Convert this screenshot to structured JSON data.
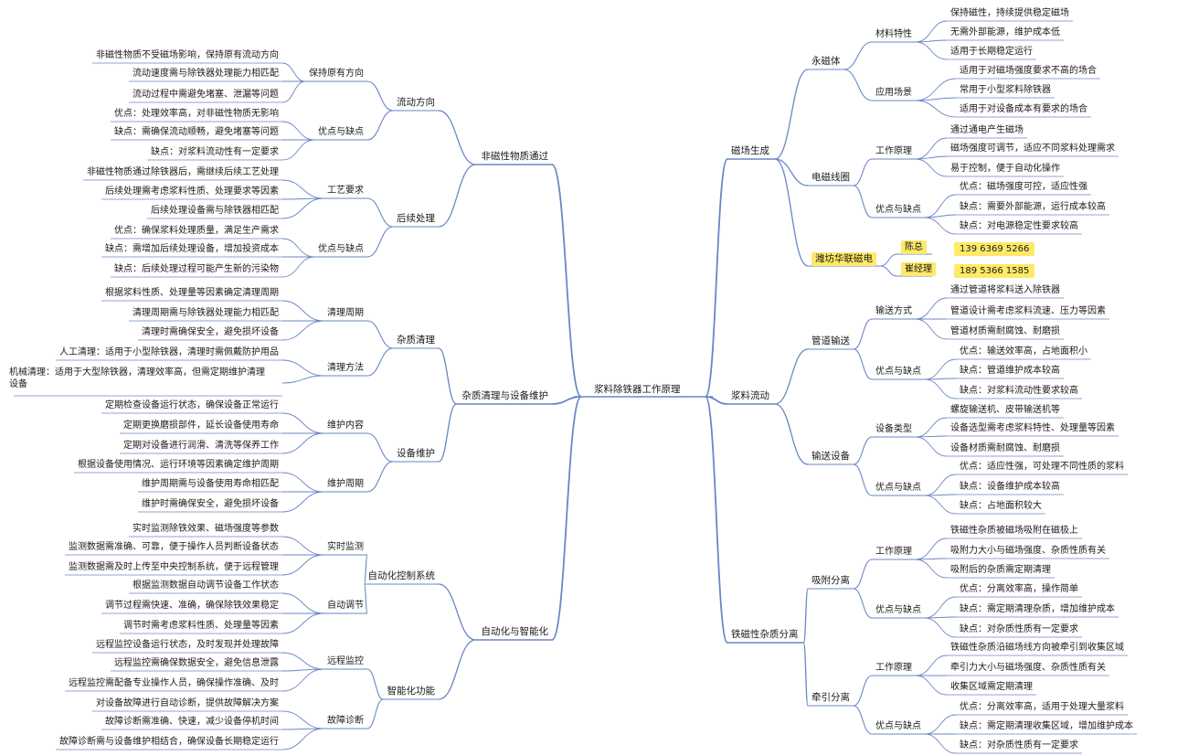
{
  "root": "浆料除铁器工作原理",
  "colors": {
    "line": "#6a86c7",
    "highlight": "#ffe968"
  },
  "right": [
    {
      "label": "磁场生成",
      "children": [
        {
          "label": "永磁体",
          "children": [
            {
              "label": "材料特性",
              "children": [
                "保持磁性，持续提供稳定磁场",
                "无需外部能源，维护成本低",
                "适用于长期稳定运行"
              ]
            },
            {
              "label": "应用场景",
              "children": [
                "适用于对磁场强度要求不高的场合",
                "常用于小型浆料除铁器",
                "适用于对设备成本有要求的场合"
              ]
            }
          ]
        },
        {
          "label": "电磁线圈",
          "children": [
            {
              "label": "工作原理",
              "children": [
                "通过通电产生磁场",
                "磁场强度可调节，适应不同浆料处理需求",
                "易于控制，便于自动化操作"
              ]
            },
            {
              "label": "优点与缺点",
              "children": [
                "优点：磁场强度可控，适应性强",
                "缺点：需要外部能源，运行成本较高",
                "缺点：对电源稳定性要求较高"
              ]
            }
          ]
        },
        {
          "label": "潍坊华联磁电",
          "highlight": true,
          "children": [
            {
              "label": "陈总",
              "value": "139 6369 5266"
            },
            {
              "label": "崔经理",
              "value": "189 5366 1585"
            }
          ]
        }
      ]
    },
    {
      "label": "浆料流动",
      "children": [
        {
          "label": "管道输送",
          "children": [
            {
              "label": "输送方式",
              "children": [
                "通过管道将浆料送入除铁器",
                "管道设计需考虑浆料流速、压力等因素",
                "管道材质需耐腐蚀、耐磨损"
              ]
            },
            {
              "label": "优点与缺点",
              "children": [
                "优点：输送效率高，占地面积小",
                "缺点：管道维护成本较高",
                "缺点：对浆料流动性要求较高"
              ]
            }
          ]
        },
        {
          "label": "输送设备",
          "children": [
            {
              "label": "设备类型",
              "children": [
                "螺旋输送机、皮带输送机等",
                "设备选型需考虑浆料特性、处理量等因素",
                "设备材质需耐腐蚀、耐磨损"
              ]
            },
            {
              "label": "优点与缺点",
              "children": [
                "优点：适应性强，可处理不同性质的浆料",
                "缺点：设备维护成本较高",
                "缺点：占地面积较大"
              ]
            }
          ]
        }
      ]
    },
    {
      "label": "铁磁性杂质分离",
      "children": [
        {
          "label": "吸附分离",
          "children": [
            {
              "label": "工作原理",
              "children": [
                "铁磁性杂质被磁场吸附在磁极上",
                "吸附力大小与磁场强度、杂质性质有关",
                "吸附后的杂质需定期清理"
              ]
            },
            {
              "label": "优点与缺点",
              "children": [
                "优点：分离效率高，操作简单",
                "缺点：需定期清理杂质，增加维护成本",
                "缺点：对杂质性质有一定要求"
              ]
            }
          ]
        },
        {
          "label": "牵引分离",
          "children": [
            {
              "label": "工作原理",
              "children": [
                "铁磁性杂质沿磁场线方向被牵引到收集区域",
                "牵引力大小与磁场强度、杂质性质有关",
                "收集区域需定期清理"
              ]
            },
            {
              "label": "优点与缺点",
              "children": [
                "优点：分离效率高，适用于处理大量浆料",
                "缺点：需定期清理收集区域，增加维护成本",
                "缺点：对杂质性质有一定要求"
              ]
            }
          ]
        }
      ]
    }
  ],
  "left": [
    {
      "label": "非磁性物质通过",
      "children": [
        {
          "label": "流动方向",
          "children": [
            {
              "label": "保持原有方向",
              "children": [
                "非磁性物质不受磁场影响，保持原有流动方向",
                "流动速度需与除铁器处理能力相匹配",
                "流动过程中需避免堵塞、泄漏等问题"
              ]
            },
            {
              "label": "优点与缺点",
              "children": [
                "优点：处理效率高，对非磁性物质无影响",
                "缺点：需确保流动顺畅，避免堵塞等问题",
                "缺点：对浆料流动性有一定要求"
              ]
            }
          ]
        },
        {
          "label": "后续处理",
          "children": [
            {
              "label": "工艺要求",
              "children": [
                "非磁性物质通过除铁器后，需继续后续工艺处理",
                "后续处理需考虑浆料性质、处理要求等因素",
                "后续处理设备需与除铁器相匹配"
              ]
            },
            {
              "label": "优点与缺点",
              "children": [
                "优点：确保浆料处理质量，满足生产需求",
                "缺点：需增加后续处理设备，增加投资成本",
                "缺点：后续处理过程可能产生新的污染物"
              ]
            }
          ]
        }
      ]
    },
    {
      "label": "杂质清理与设备维护",
      "children": [
        {
          "label": "杂质清理",
          "children": [
            {
              "label": "清理周期",
              "children": [
                "根据浆料性质、处理量等因素确定清理周期",
                "清理周期需与除铁器处理能力相匹配",
                "清理时需确保安全，避免损坏设备"
              ]
            },
            {
              "label": "清理方法",
              "children": [
                "人工清理：适用于小型除铁器，清理时需佩戴防护用品",
                "机械清理：适用于大型除铁器，清理效率高，但需定期维护清理设备"
              ]
            }
          ]
        },
        {
          "label": "设备维护",
          "children": [
            {
              "label": "维护内容",
              "children": [
                "定期检查设备运行状态，确保设备正常运行",
                "定期更换磨损部件，延长设备使用寿命",
                "定期对设备进行润滑、清洗等保养工作"
              ]
            },
            {
              "label": "维护周期",
              "children": [
                "根据设备使用情况、运行环境等因素确定维护周期",
                "维护周期需与设备使用寿命相匹配",
                "维护时需确保安全，避免损坏设备"
              ]
            }
          ]
        }
      ]
    },
    {
      "label": "自动化与智能化",
      "children": [
        {
          "label": "自动化控制系统",
          "children": [
            {
              "label": "实时监测",
              "children": [
                "实时监测除铁效果、磁场强度等参数",
                "监测数据需准确、可靠，便于操作人员判断设备状态",
                "监测数据需及时上传至中央控制系统，便于远程管理"
              ]
            },
            {
              "label": "自动调节",
              "children": [
                "根据监测数据自动调节设备工作状态",
                "调节过程需快速、准确，确保除铁效果稳定",
                "调节时需考虑浆料性质、处理量等因素"
              ]
            }
          ]
        },
        {
          "label": "智能化功能",
          "children": [
            {
              "label": "远程监控",
              "children": [
                "远程监控设备运行状态，及时发现并处理故障",
                "远程监控需确保数据安全，避免信息泄露",
                "远程监控需配备专业操作人员，确保操作准确、及时"
              ]
            },
            {
              "label": "故障诊断",
              "children": [
                "对设备故障进行自动诊断，提供故障解决方案",
                "故障诊断需准确、快速，减少设备停机时间",
                "故障诊断需与设备维护相结合，确保设备长期稳定运行"
              ]
            }
          ]
        }
      ]
    }
  ]
}
